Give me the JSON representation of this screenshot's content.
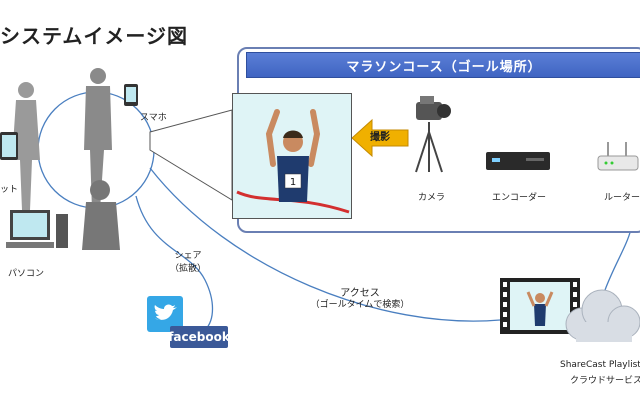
{
  "title": "システムイメージ図",
  "course": {
    "header": "マラソンコース（ゴール場所）",
    "capture_label": "撮影",
    "camera_label": "カメラ",
    "encoder_label": "エンコーダー",
    "router_label": "ルーター"
  },
  "devices": {
    "smartphone_label": "スマホ",
    "tablet_label": "ット",
    "pc_label": "パソコン"
  },
  "share": {
    "label": "シェア",
    "sub_label": "（拡散）",
    "facebook": "facebook"
  },
  "access": {
    "label": "アクセス",
    "sub_label": "（ゴールタイムで検索）"
  },
  "cloud": {
    "label": "ShareCast Playlist Ed",
    "sub_label": "クラウドサービス"
  },
  "colors": {
    "accent": "#4a6fd0",
    "line": "#4a7fc0",
    "arrow": "#f0b000",
    "panel": "#dff4f6"
  }
}
